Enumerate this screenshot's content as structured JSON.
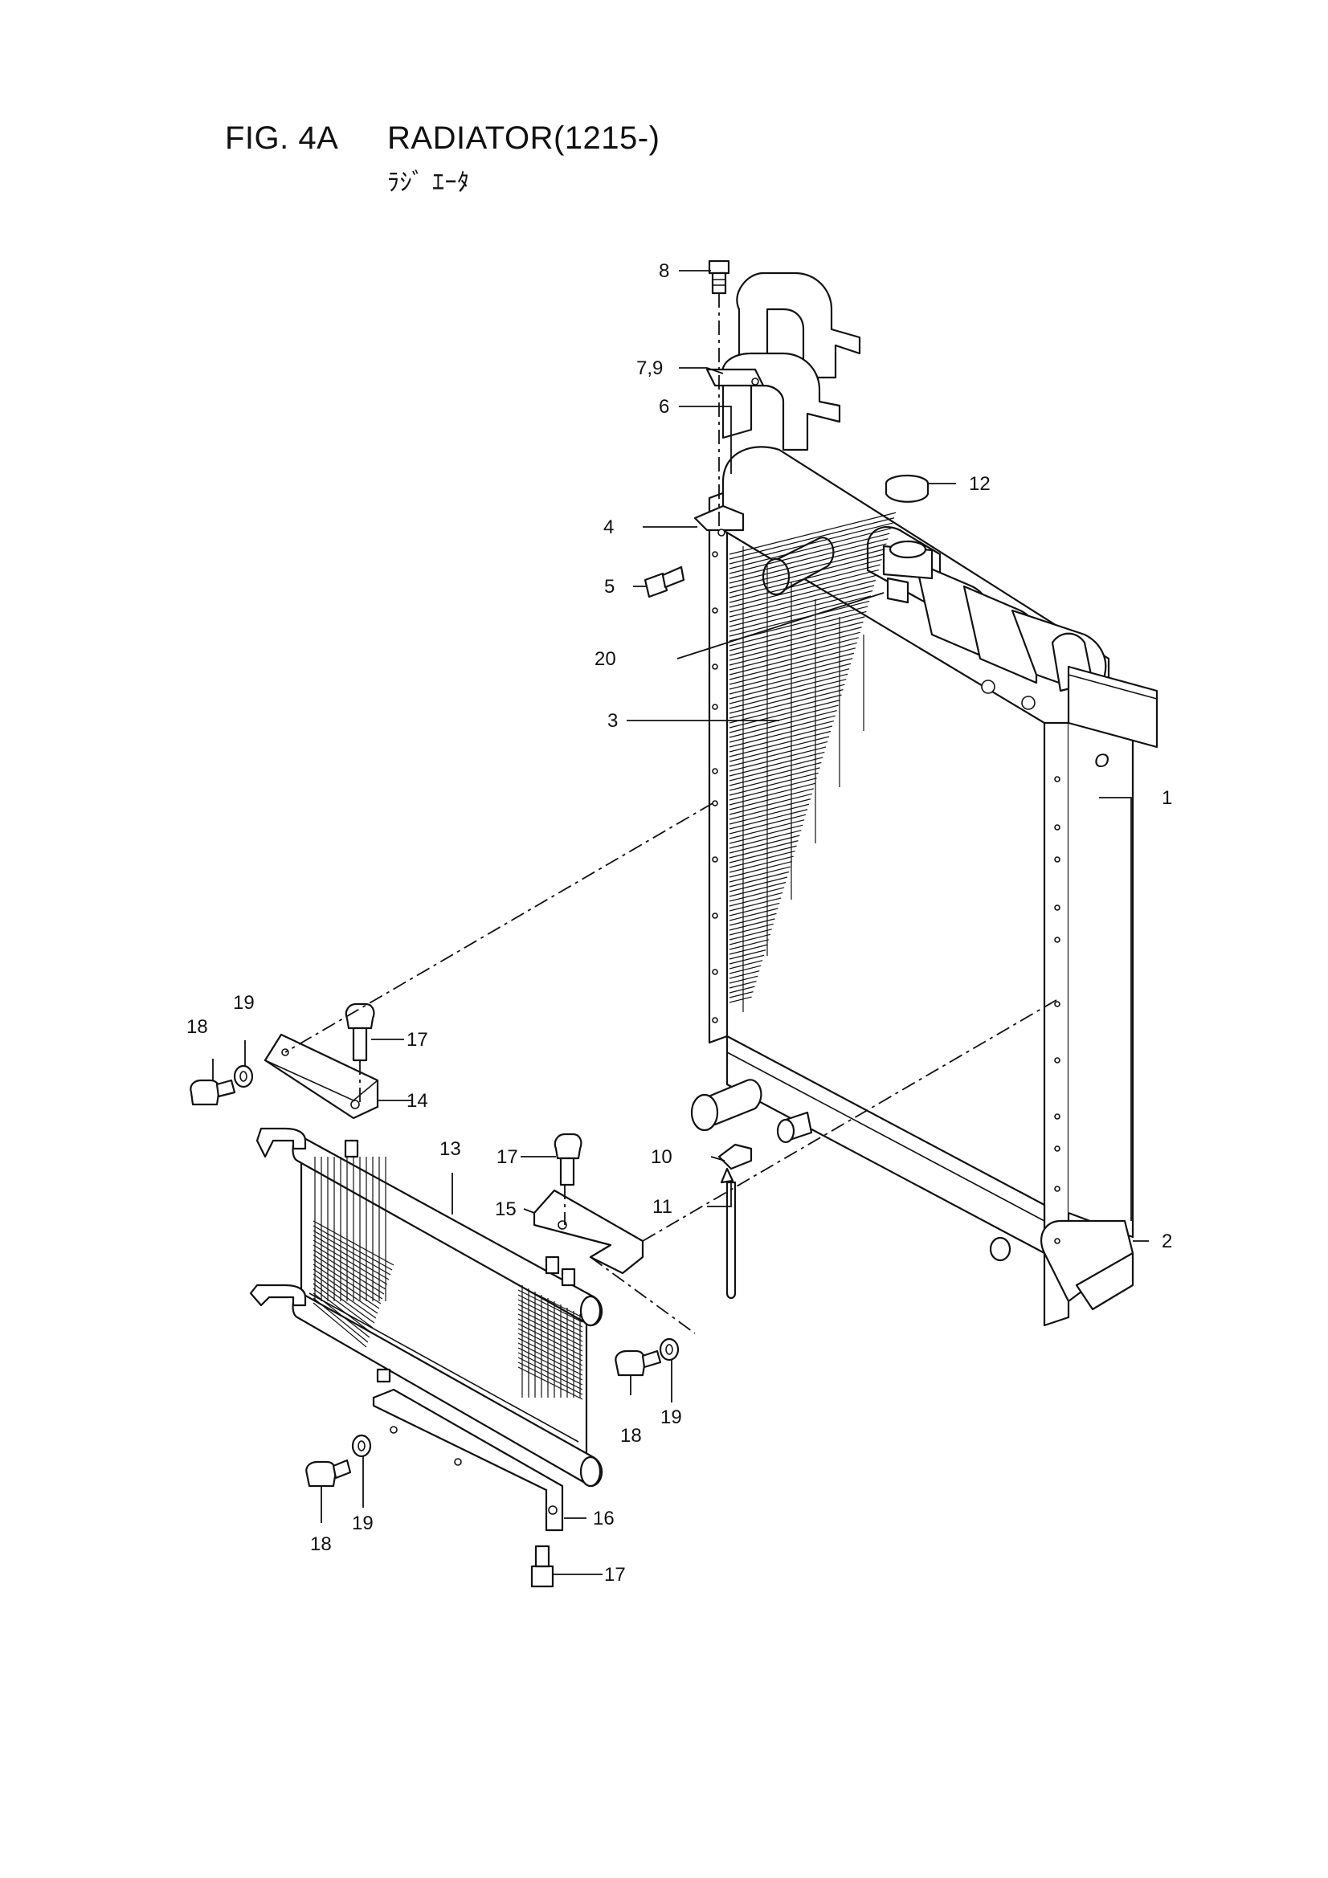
{
  "figure": {
    "number": "FIG. 4A",
    "name": "RADIATOR(1215-)",
    "subtitle": "ﾗｼﾞ ｴｰﾀ"
  },
  "callouts": [
    {
      "id": "c1",
      "text": "1"
    },
    {
      "id": "c2",
      "text": "2"
    },
    {
      "id": "c3",
      "text": "3"
    },
    {
      "id": "c4",
      "text": "4"
    },
    {
      "id": "c5",
      "text": "5"
    },
    {
      "id": "c6",
      "text": "6"
    },
    {
      "id": "c79",
      "text": "7,9"
    },
    {
      "id": "c8",
      "text": "8"
    },
    {
      "id": "c10",
      "text": "10"
    },
    {
      "id": "c11",
      "text": "11"
    },
    {
      "id": "c12",
      "text": "12"
    },
    {
      "id": "c13",
      "text": "13"
    },
    {
      "id": "c14",
      "text": "14"
    },
    {
      "id": "c15",
      "text": "15"
    },
    {
      "id": "c16",
      "text": "16"
    },
    {
      "id": "c17a",
      "text": "17"
    },
    {
      "id": "c17b",
      "text": "17"
    },
    {
      "id": "c17c",
      "text": "17"
    },
    {
      "id": "c18a",
      "text": "18"
    },
    {
      "id": "c18b",
      "text": "18"
    },
    {
      "id": "c18c",
      "text": "18"
    },
    {
      "id": "c19a",
      "text": "19"
    },
    {
      "id": "c19b",
      "text": "19"
    },
    {
      "id": "c19c",
      "text": "19"
    },
    {
      "id": "c20",
      "text": "20"
    }
  ],
  "frame_marking": "O"
}
